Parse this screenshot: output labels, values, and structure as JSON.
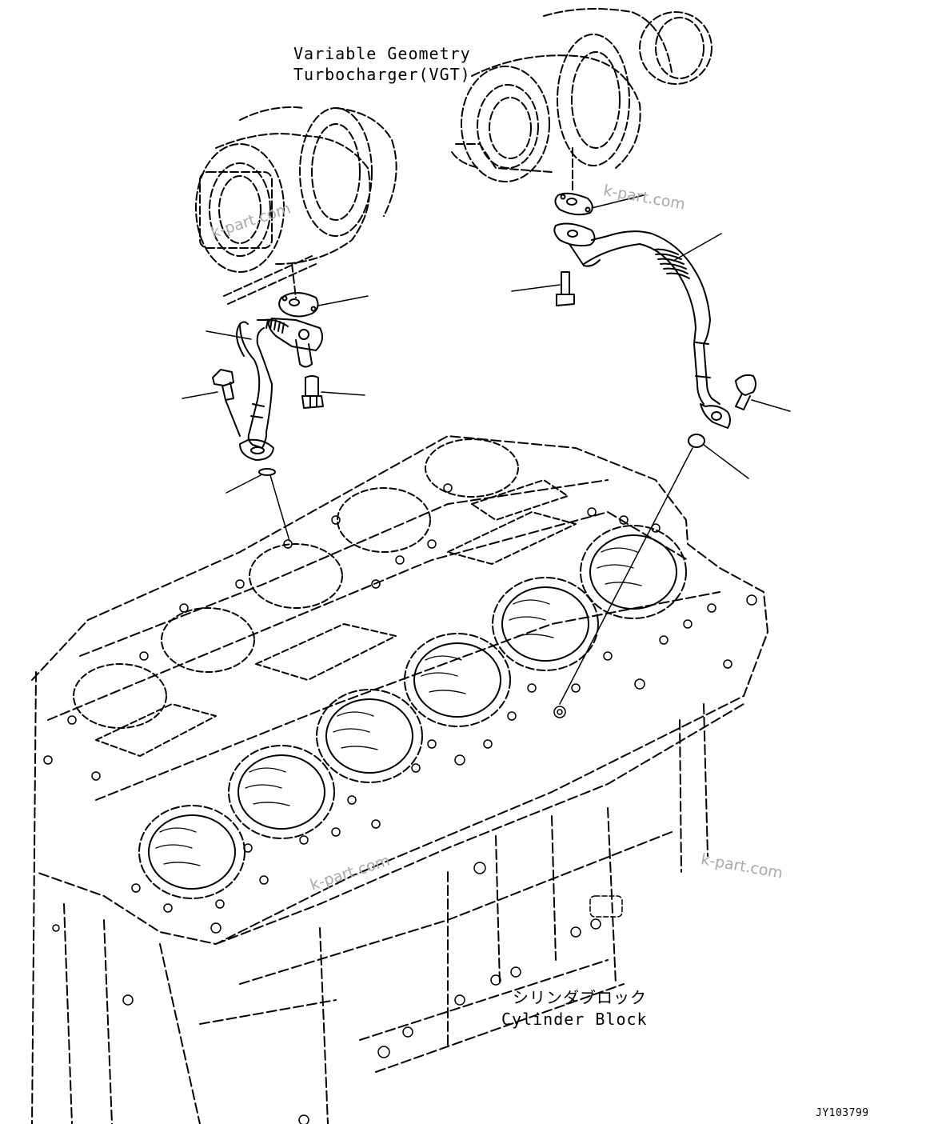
{
  "labels": {
    "vgt_line1": "Variable Geometry",
    "vgt_line2": "Turbocharger(VGT)",
    "block_jp": "シリンダブロック",
    "block_en": "Cylinder Block",
    "figure_code": "JY103799"
  },
  "watermarks": [
    "k-part.com",
    "k-part.com",
    "k-part.com",
    "k-part.com"
  ],
  "colors": {
    "line": "#000000",
    "background": "#ffffff",
    "watermark": "#a9a9a9"
  }
}
